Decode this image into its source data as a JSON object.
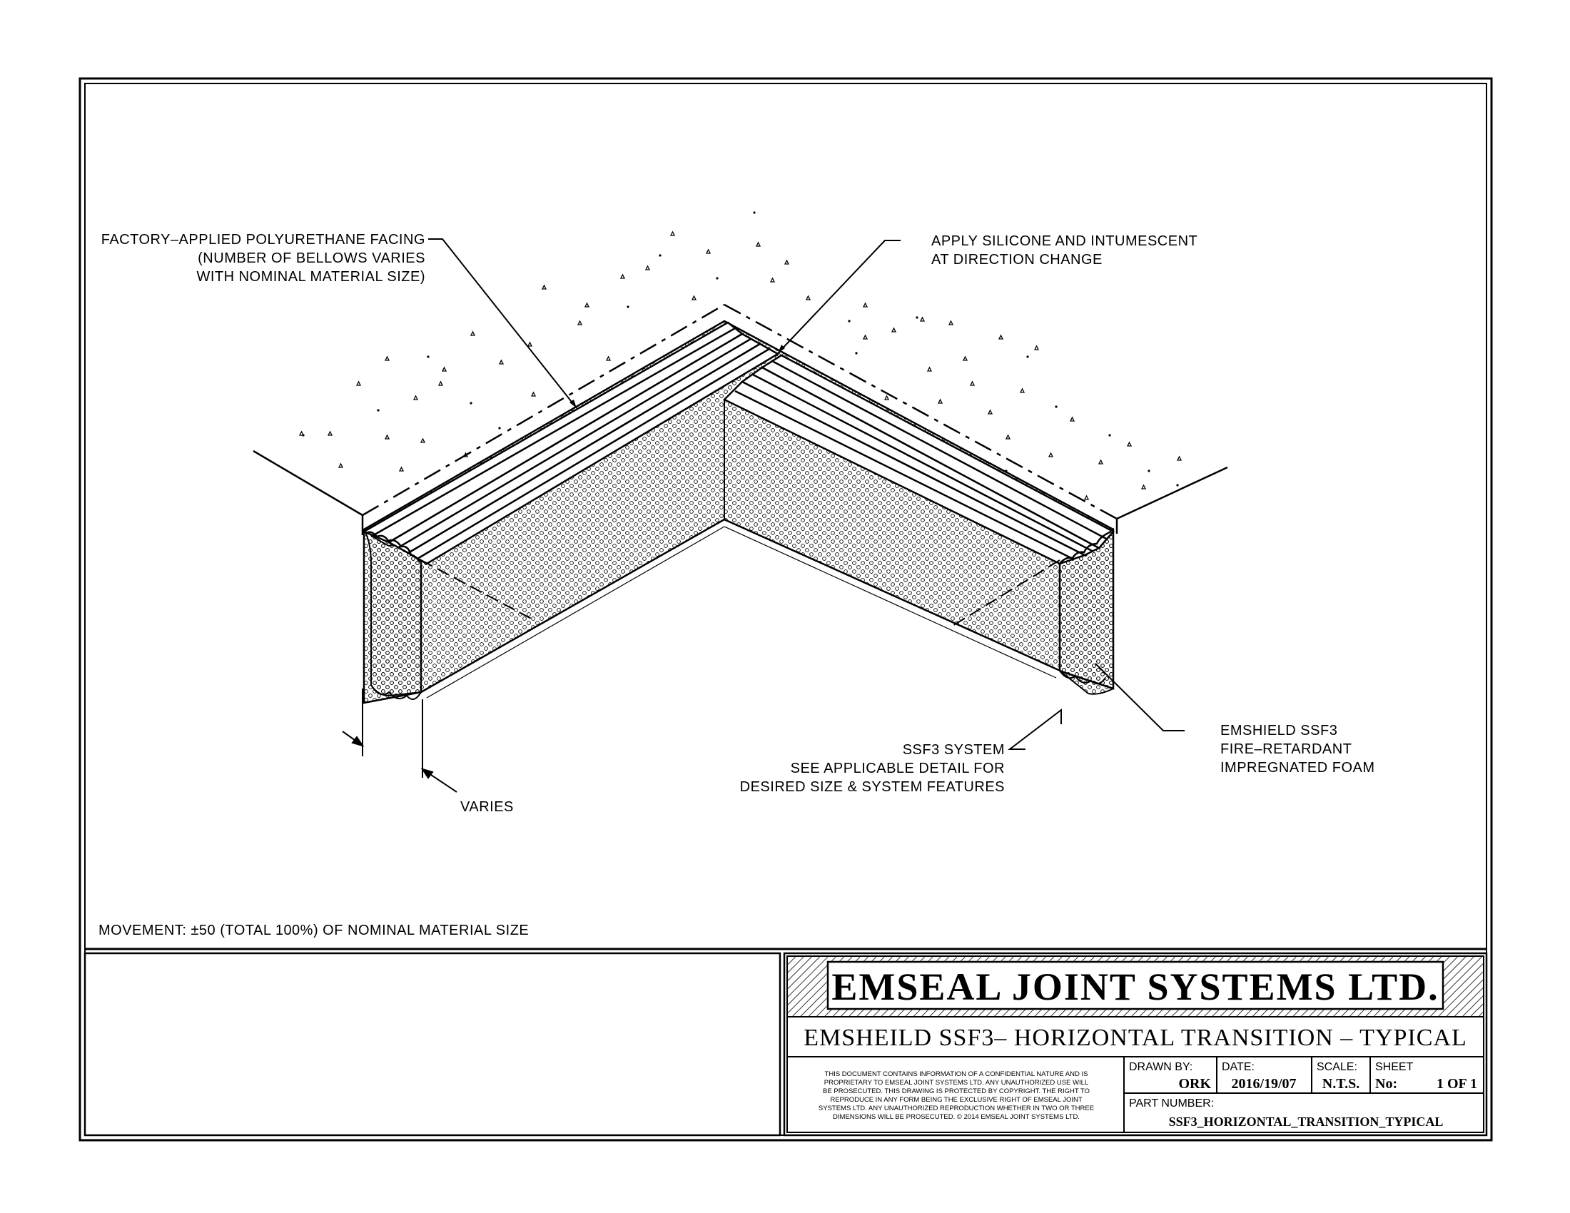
{
  "labels": {
    "facing_line1": "FACTORY–APPLIED POLYURETHANE FACING",
    "facing_line2": "(NUMBER OF BELLOWS VARIES",
    "facing_line3": "WITH NOMINAL MATERIAL SIZE)",
    "silicone_line1": "APPLY SILICONE AND INTUMESCENT",
    "silicone_line2": "AT DIRECTION CHANGE",
    "foam_line1": "EMSHIELD SSF3",
    "foam_line2": "FIRE–RETARDANT",
    "foam_line3": "IMPREGNATED FOAM",
    "system_line1": "SSF3 SYSTEM",
    "system_line2": "SEE APPLICABLE DETAIL FOR",
    "system_line3": "DESIRED SIZE & SYSTEM FEATURES",
    "varies": "VARIES",
    "movement": "MOVEMENT: ±50 (TOTAL 100%) OF NOMINAL MATERIAL SIZE"
  },
  "title_block": {
    "company": "EMSEAL JOINT SYSTEMS LTD.",
    "drawing_title": "EMSHEILD SSF3– HORIZONTAL TRANSITION – TYPICAL",
    "legal": [
      "THIS DOCUMENT CONTAINS INFORMATION OF A CONFIDENTIAL NATURE AND IS",
      "PROPRIETARY TO EMSEAL JOINT SYSTEMS LTD. ANY UNAUTHORIZED USE WILL",
      "BE PROSECUTED. THIS DRAWING IS PROTECTED BY COPYRIGHT. THE RIGHT TO",
      "REPRODUCE IN ANY FORM BEING THE EXCLUSIVE RIGHT OF EMSEAL JOINT",
      "SYSTEMS LTD. ANY UNAUTHORIZED REPRODUCTION WHETHER IN TWO OR THREE",
      "DIMENSIONS WILL BE PROSECUTED. © 2014 EMSEAL JOINT SYSTEMS LTD."
    ],
    "drawn_by_label": "DRAWN BY:",
    "drawn_by": "ORK",
    "date_label": "DATE:",
    "date": "2016/19/07",
    "scale_label": "SCALE:",
    "scale": "N.T.S.",
    "sheet_label": "SHEET",
    "sheet_no_label": "No:",
    "sheet": "1 OF 1",
    "part_number_label": "PART NUMBER:",
    "part_number": "SSF3_HORIZONTAL_TRANSITION_TYPICAL"
  }
}
